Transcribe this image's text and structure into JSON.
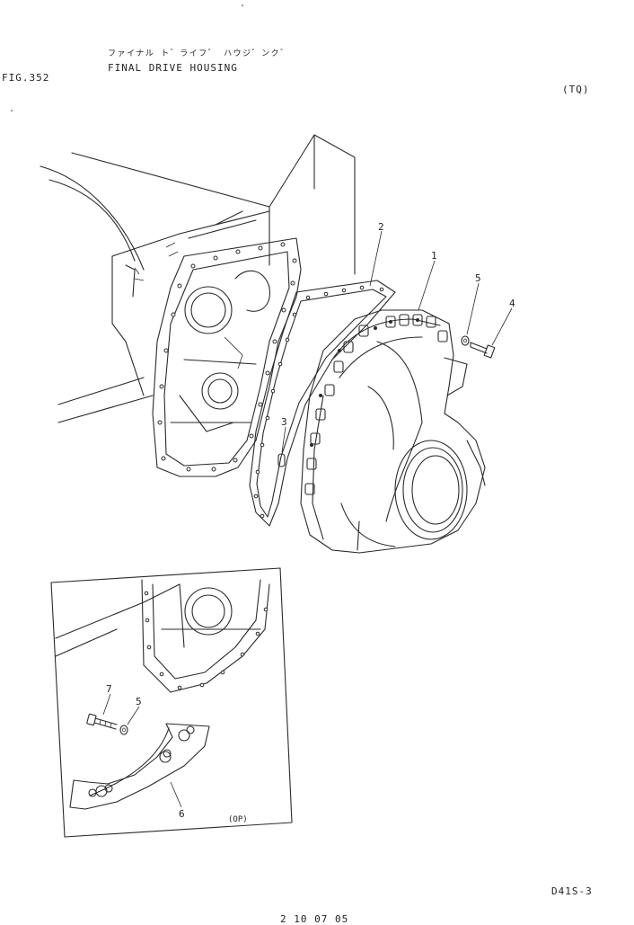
{
  "header": {
    "fig_label": "FIG.352",
    "title_kana": "ファイナル ト゛ライフ゛ ハウジ゛ンク゛",
    "title": "FINAL DRIVE HOUSING",
    "model_code": "(TQ)"
  },
  "callouts": {
    "part_1": "1",
    "part_2": "2",
    "part_3": "3",
    "part_4": "4",
    "part_5": "5",
    "inset_part_7": "7",
    "inset_part_5": "5",
    "inset_part_6": "6"
  },
  "inset": {
    "option_label": "(OP)"
  },
  "footer": {
    "page_code": "D41S-3",
    "bottom_text": "2 10 07 05"
  }
}
